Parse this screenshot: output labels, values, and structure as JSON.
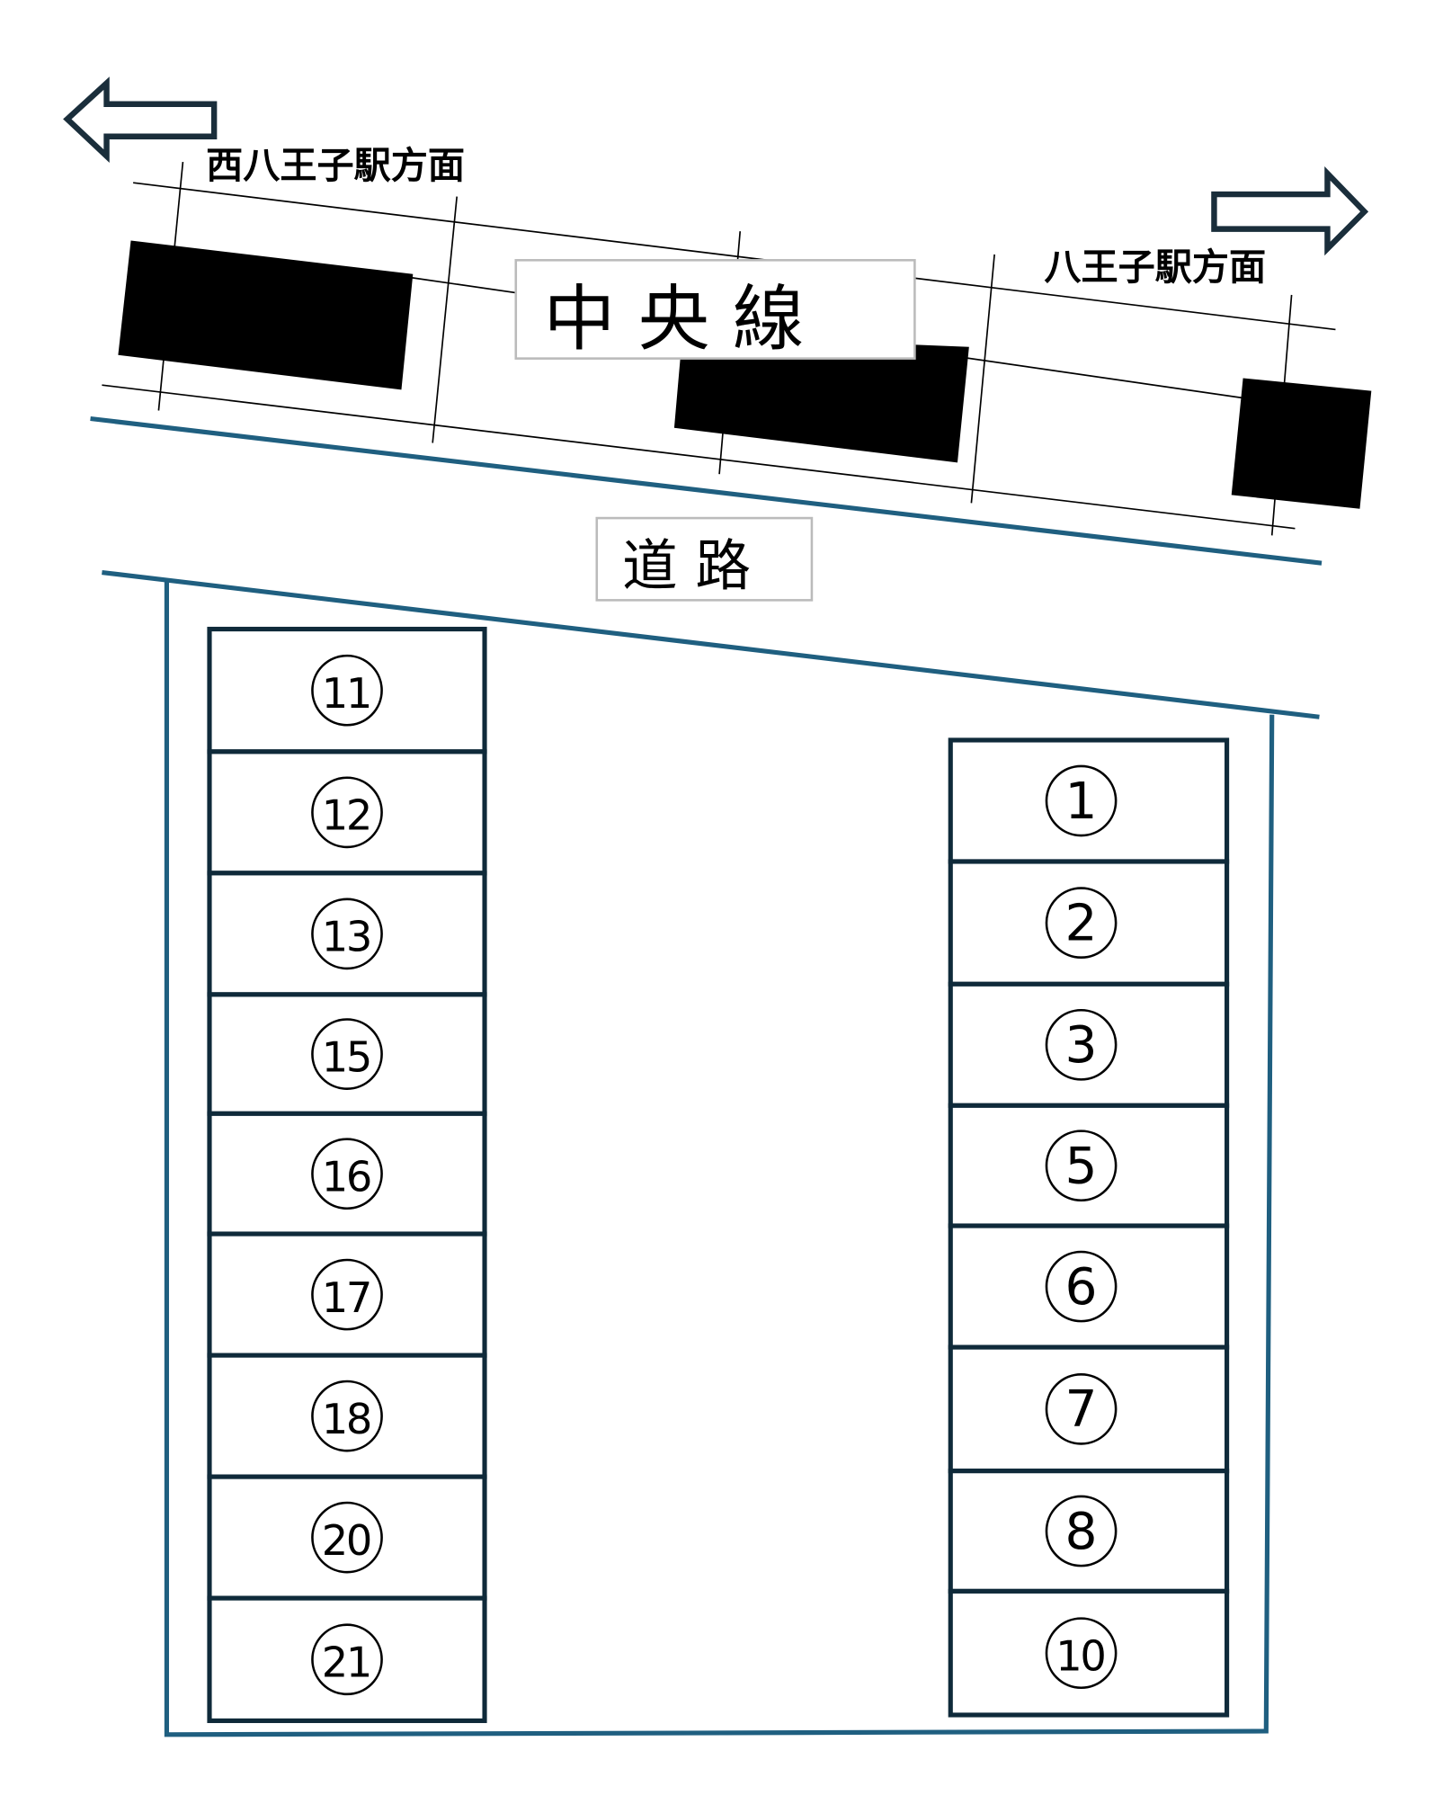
{
  "directions": {
    "west_label": "西八王子駅方面",
    "east_label": "八王子駅方面"
  },
  "railway_label": "中 央 線",
  "road_label": "道 路",
  "colors": {
    "road": "#1f5f80",
    "stall": "#0f2a3a",
    "arrow": "#1a2e3b"
  },
  "left_stalls": [
    "11",
    "12",
    "13",
    "15",
    "16",
    "17",
    "18",
    "20",
    "21"
  ],
  "right_stalls": [
    "1",
    "2",
    "3",
    "5",
    "6",
    "7",
    "8",
    "10"
  ]
}
